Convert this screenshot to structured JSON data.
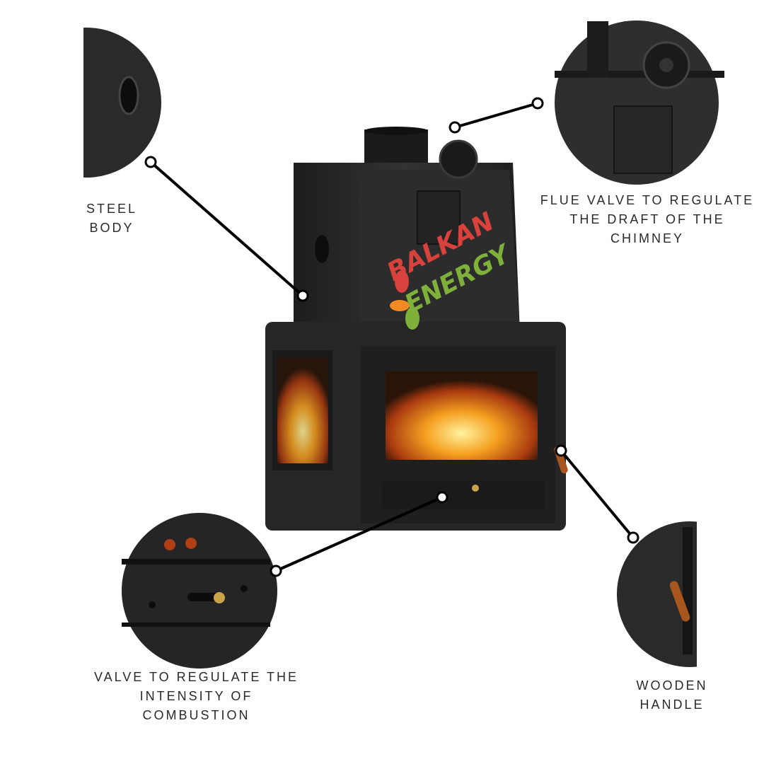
{
  "callouts": {
    "steel_body": {
      "lines": [
        "STEEL",
        "BODY"
      ]
    },
    "flue_valve": {
      "lines": [
        "FLUE VALVE TO REGULATE",
        "THE DRAFT OF THE",
        "CHIMNEY"
      ]
    },
    "combustion_valve": {
      "lines": [
        "VALVE TO REGULATE THE",
        "INTENSITY OF",
        "COMBUSTION"
      ]
    },
    "wooden_handle": {
      "lines": [
        "WOODEN",
        "HANDLE"
      ]
    }
  },
  "logo": {
    "line1": "BALKAN",
    "line2": "ENERGY"
  },
  "colors": {
    "stove": "#2b2b2b",
    "line": "#000000",
    "logo_red": "#d8413c",
    "logo_green": "#7fb03a",
    "logo_orange": "#f08a24"
  }
}
